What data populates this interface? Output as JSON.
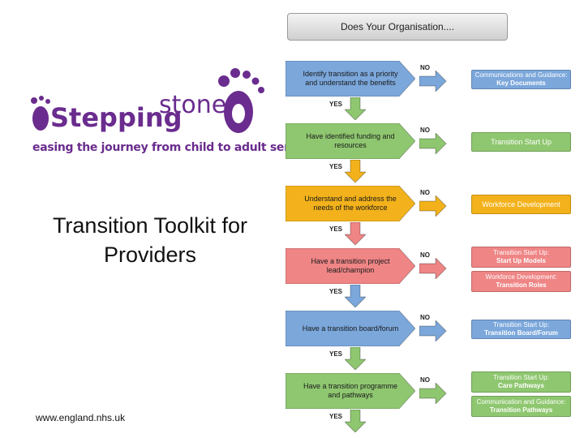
{
  "logo": {
    "word1": "Stepping",
    "word2": "stone",
    "tagline": "easing the journey from child to adult services"
  },
  "title": "Transition Toolkit for Providers",
  "footer_url": "www.england.nhs.uk",
  "flowchart": {
    "header": "Does Your Organisation....",
    "steps": [
      {
        "question": "Identify transition as a priority and understand the benefits",
        "color": "#7ba7db",
        "no_label": "NO",
        "yes_label": "YES",
        "outcomes": [
          {
            "line1": "Communications and Guidance:",
            "line2": "Key Documents"
          }
        ]
      },
      {
        "question": "Have identified funding and resources",
        "color": "#8fc770",
        "no_label": "NO",
        "yes_label": "YES",
        "outcomes": [
          {
            "line1": "",
            "line2": "Transition Start Up"
          }
        ]
      },
      {
        "question": "Understand and address the needs of the workforce",
        "color": "#f3b21b",
        "no_label": "NO",
        "yes_label": "YES",
        "outcomes": [
          {
            "line1": "",
            "line2": "Workforce Development"
          }
        ]
      },
      {
        "question": "Have a transition project lead/champion",
        "color": "#ef8585",
        "no_label": "NO",
        "yes_label": "YES",
        "outcomes": [
          {
            "line1": "Transition Start Up:",
            "line2": "Start Up Models"
          },
          {
            "line1": "Workforce Development:",
            "line2": "Transition Roles"
          }
        ]
      },
      {
        "question": "Have a transition board/forum",
        "color": "#7ba7db",
        "no_label": "NO",
        "yes_label": "YES",
        "outcomes": [
          {
            "line1": "Transition Start Up:",
            "line2": "Transition Board/Forum"
          }
        ]
      },
      {
        "question": "Have a transition programme and pathways",
        "color": "#8fc770",
        "no_label": "NO",
        "yes_label": "YES",
        "outcomes": [
          {
            "line1": "Transition Start Up:",
            "line2": "Care Pathways"
          },
          {
            "line1": "Communication and Guidance:",
            "line2": "Transition Pathways"
          }
        ]
      }
    ]
  },
  "colors": {
    "brand_purple": "#6a2c8e",
    "blue": "#7ba7db",
    "green": "#8fc770",
    "orange": "#f3b21b",
    "red": "#ef8585"
  }
}
